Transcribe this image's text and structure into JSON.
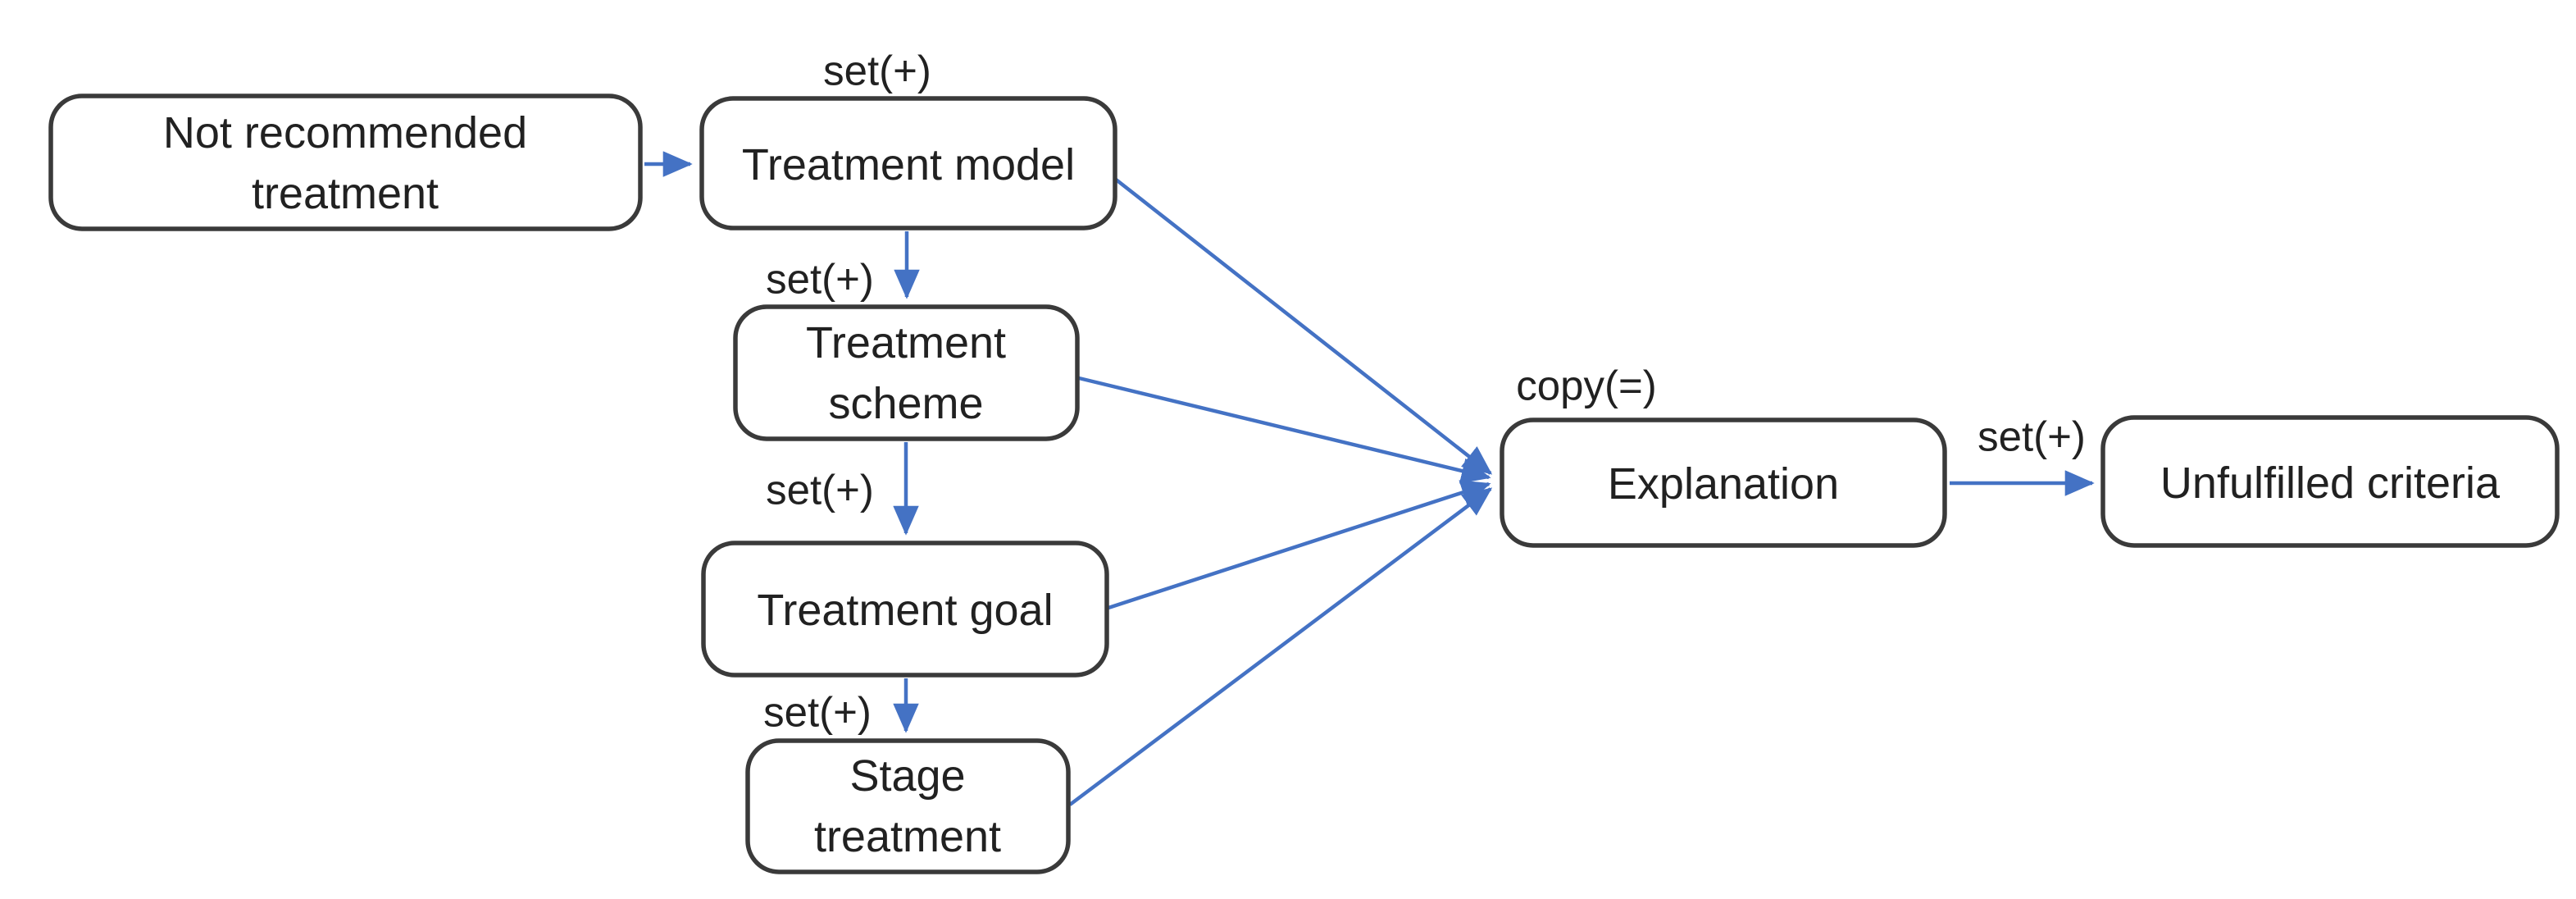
{
  "diagram": {
    "colors": {
      "arrow": "#4472C4",
      "box_border": "#3a3a3a",
      "box_fill": "#ffffff",
      "text": "#212121",
      "background": "#ffffff"
    },
    "nodes": [
      {
        "id": "not-recommended-treatment",
        "lines": [
          "Not recommended",
          "treatment"
        ]
      },
      {
        "id": "treatment-model",
        "lines": [
          "Treatment model"
        ]
      },
      {
        "id": "treatment-scheme",
        "lines": [
          "Treatment",
          "scheme"
        ]
      },
      {
        "id": "treatment-goal",
        "lines": [
          "Treatment goal"
        ]
      },
      {
        "id": "stage-treatment",
        "lines": [
          "Stage",
          "treatment"
        ]
      },
      {
        "id": "explanation",
        "lines": [
          "Explanation"
        ]
      },
      {
        "id": "unfulfilled-criteria",
        "lines": [
          "Unfulfilled criteria"
        ]
      }
    ],
    "edge_labels": [
      {
        "id": "set-above-treatment-model",
        "text": "set(+)"
      },
      {
        "id": "set-model-to-scheme",
        "text": "set(+)"
      },
      {
        "id": "set-scheme-to-goal",
        "text": "set(+)"
      },
      {
        "id": "set-goal-to-stage",
        "text": "set(+)"
      },
      {
        "id": "copy-above-explanation",
        "text": "copy(=)"
      },
      {
        "id": "set-explanation-to-unfulfilled",
        "text": "set(+)"
      }
    ],
    "edges": [
      {
        "from": "not-recommended-treatment",
        "to": "treatment-model",
        "label": ""
      },
      {
        "from": "treatment-model",
        "to": "treatment-scheme",
        "label": "set(+)"
      },
      {
        "from": "treatment-scheme",
        "to": "treatment-goal",
        "label": "set(+)"
      },
      {
        "from": "treatment-goal",
        "to": "stage-treatment",
        "label": "set(+)"
      },
      {
        "from": "treatment-model",
        "to": "explanation",
        "label": "copy(=)"
      },
      {
        "from": "treatment-scheme",
        "to": "explanation",
        "label": "copy(=)"
      },
      {
        "from": "treatment-goal",
        "to": "explanation",
        "label": "copy(=)"
      },
      {
        "from": "stage-treatment",
        "to": "explanation",
        "label": "copy(=)"
      },
      {
        "from": "explanation",
        "to": "unfulfilled-criteria",
        "label": "set(+)"
      }
    ]
  }
}
